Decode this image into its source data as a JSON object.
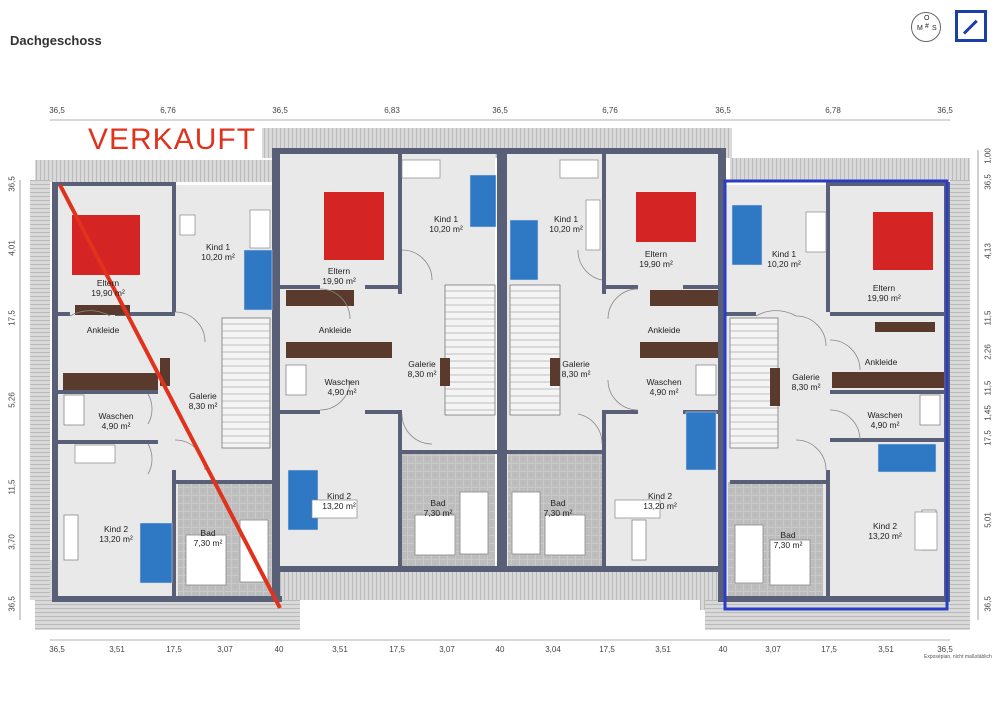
{
  "header": {
    "title": "Dachgeschoss"
  },
  "stamp": {
    "text": "VERKAUFT",
    "color": "#e0321d"
  },
  "footnote": "Exposéplan, nicht maßstäblich",
  "logos": {
    "round_logo_letters": [
      "O",
      "#",
      "S",
      "M"
    ],
    "brand_color": "#1a3fa5"
  },
  "colors": {
    "wall": "#5a5f78",
    "floor": "#e9e9e9",
    "bed": "#d42424",
    "sold_line": "#e0321d",
    "highlight": "#2b3dc7"
  },
  "dims_top": [
    "36,5",
    "6,76",
    "36,5",
    "6,83",
    "36,5",
    "6,76",
    "36,5",
    "6,78",
    "36,5"
  ],
  "dims_bottom": [
    "36,5",
    "3,51",
    "17,5",
    "3,07",
    "40",
    "3,51",
    "17,5",
    "3,07",
    "40",
    "3,04",
    "17,5",
    "3,51",
    "40",
    "3,07",
    "17,5",
    "3,51",
    "36,5"
  ],
  "dims_left": [
    "36,5",
    "4,01",
    "17,5",
    "5,26",
    "11,5",
    "3,70",
    "36,5"
  ],
  "dims_right": [
    "1,00",
    "36,5",
    "4,13",
    "11,5",
    "2,26",
    "11,5",
    "1,45",
    "17,5",
    "5,01",
    "36,5"
  ],
  "rooms": [
    {
      "name": "Eltern",
      "area": "19,90 m²"
    },
    {
      "name": "Kind 1",
      "area": "10,20 m²"
    },
    {
      "name": "Ankleide",
      "area": ""
    },
    {
      "name": "Galerie",
      "area": "8,30 m²"
    },
    {
      "name": "Waschen",
      "area": "4,90 m²"
    },
    {
      "name": "Kind 2",
      "area": "13,20 m²"
    },
    {
      "name": "Bad",
      "area": "7,30 m²"
    },
    {
      "name": "Eltern",
      "area": "19,90 m²"
    },
    {
      "name": "Kind 1",
      "area": "10,20 m²"
    },
    {
      "name": "Ankleide",
      "area": ""
    },
    {
      "name": "Galerie",
      "area": "8,30 m²"
    },
    {
      "name": "Waschen",
      "area": "4,90 m²"
    },
    {
      "name": "Kind 2",
      "area": "13,20 m²"
    },
    {
      "name": "Bad",
      "area": "7,30 m²"
    },
    {
      "name": "Kind 1",
      "area": "10,20 m²"
    },
    {
      "name": "Eltern",
      "area": "19,90 m²"
    },
    {
      "name": "Ankleide",
      "area": ""
    },
    {
      "name": "Galerie",
      "area": "8,30 m²"
    },
    {
      "name": "Waschen",
      "area": "4,90 m²"
    },
    {
      "name": "Kind 2",
      "area": "13,20 m²"
    },
    {
      "name": "Bad",
      "area": "7,30 m²"
    },
    {
      "name": "Kind 1",
      "area": "10,20 m²"
    },
    {
      "name": "Eltern",
      "area": "19,90 m²"
    },
    {
      "name": "Ankleide",
      "area": ""
    },
    {
      "name": "Galerie",
      "area": "8,30 m²"
    },
    {
      "name": "Waschen",
      "area": "4,90 m²"
    },
    {
      "name": "Kind 2",
      "area": "13,20 m²"
    },
    {
      "name": "Bad",
      "area": "7,30 m²"
    }
  ]
}
